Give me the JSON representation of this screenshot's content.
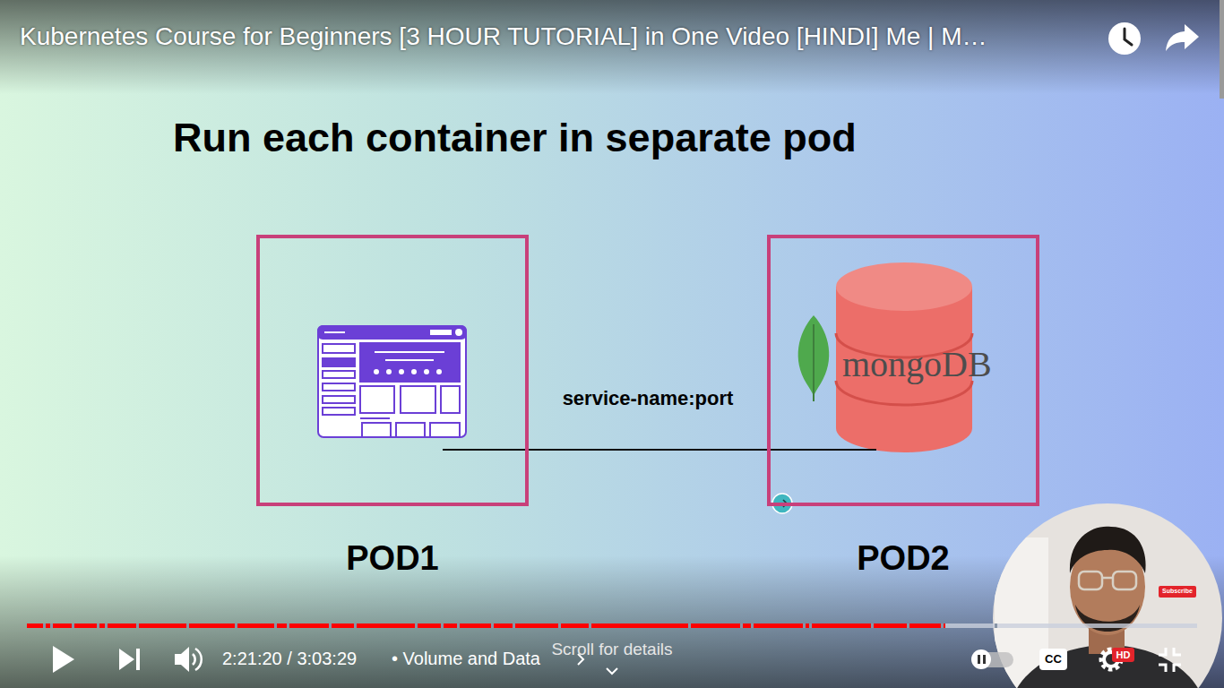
{
  "diagram": {
    "title": "Run each container in separate pod",
    "nodes": [
      {
        "text": [
          "POD1"
        ]
      },
      {
        "text": [
          "POD2"
        ]
      }
    ],
    "edges": [
      {
        "from": 0,
        "to": 1,
        "label": "service-name:port",
        "arrow": "none"
      }
    ],
    "labels": [
      "Kubernetes Course for Beginners [3 HOUR TUTORIAL] in One Video [HINDI] Me | M…",
      "mongoDB",
      "2:21:20 / 3:03:29",
      "• Volume and Data",
      "Scroll for details",
      "CC",
      "HD",
      "Subscribe"
    ]
  }
}
